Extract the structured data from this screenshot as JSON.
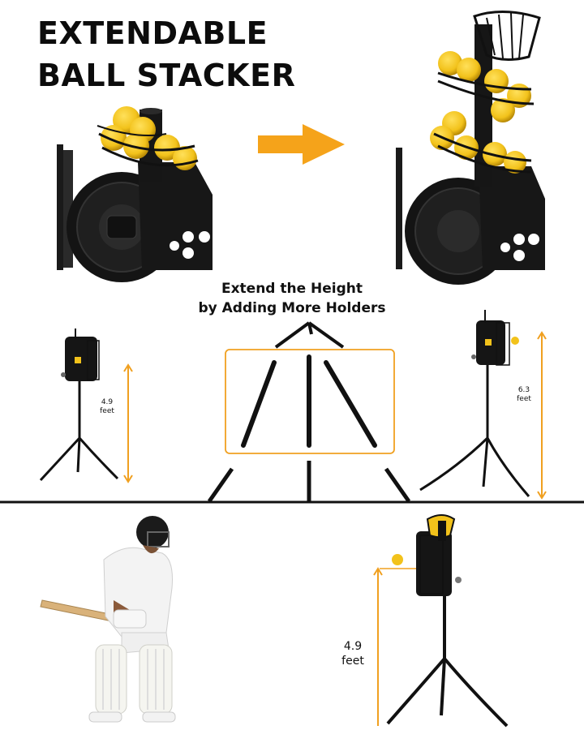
{
  "title": {
    "line1": "EXTENDABLE",
    "line2": "BALL STACKER"
  },
  "caption": {
    "line1": "Extend the Height",
    "line2": "by Adding More Holders"
  },
  "heights": {
    "left": {
      "value": "4.9",
      "unit": "feet"
    },
    "right": {
      "value": "6.3",
      "unit": "feet"
    },
    "bottom": {
      "value": "4.9",
      "unit": "feet"
    }
  },
  "colors": {
    "accent": "#f5a31a",
    "ball": "#f2c21b",
    "machine": "#151515",
    "dimension": "#f0a020"
  }
}
